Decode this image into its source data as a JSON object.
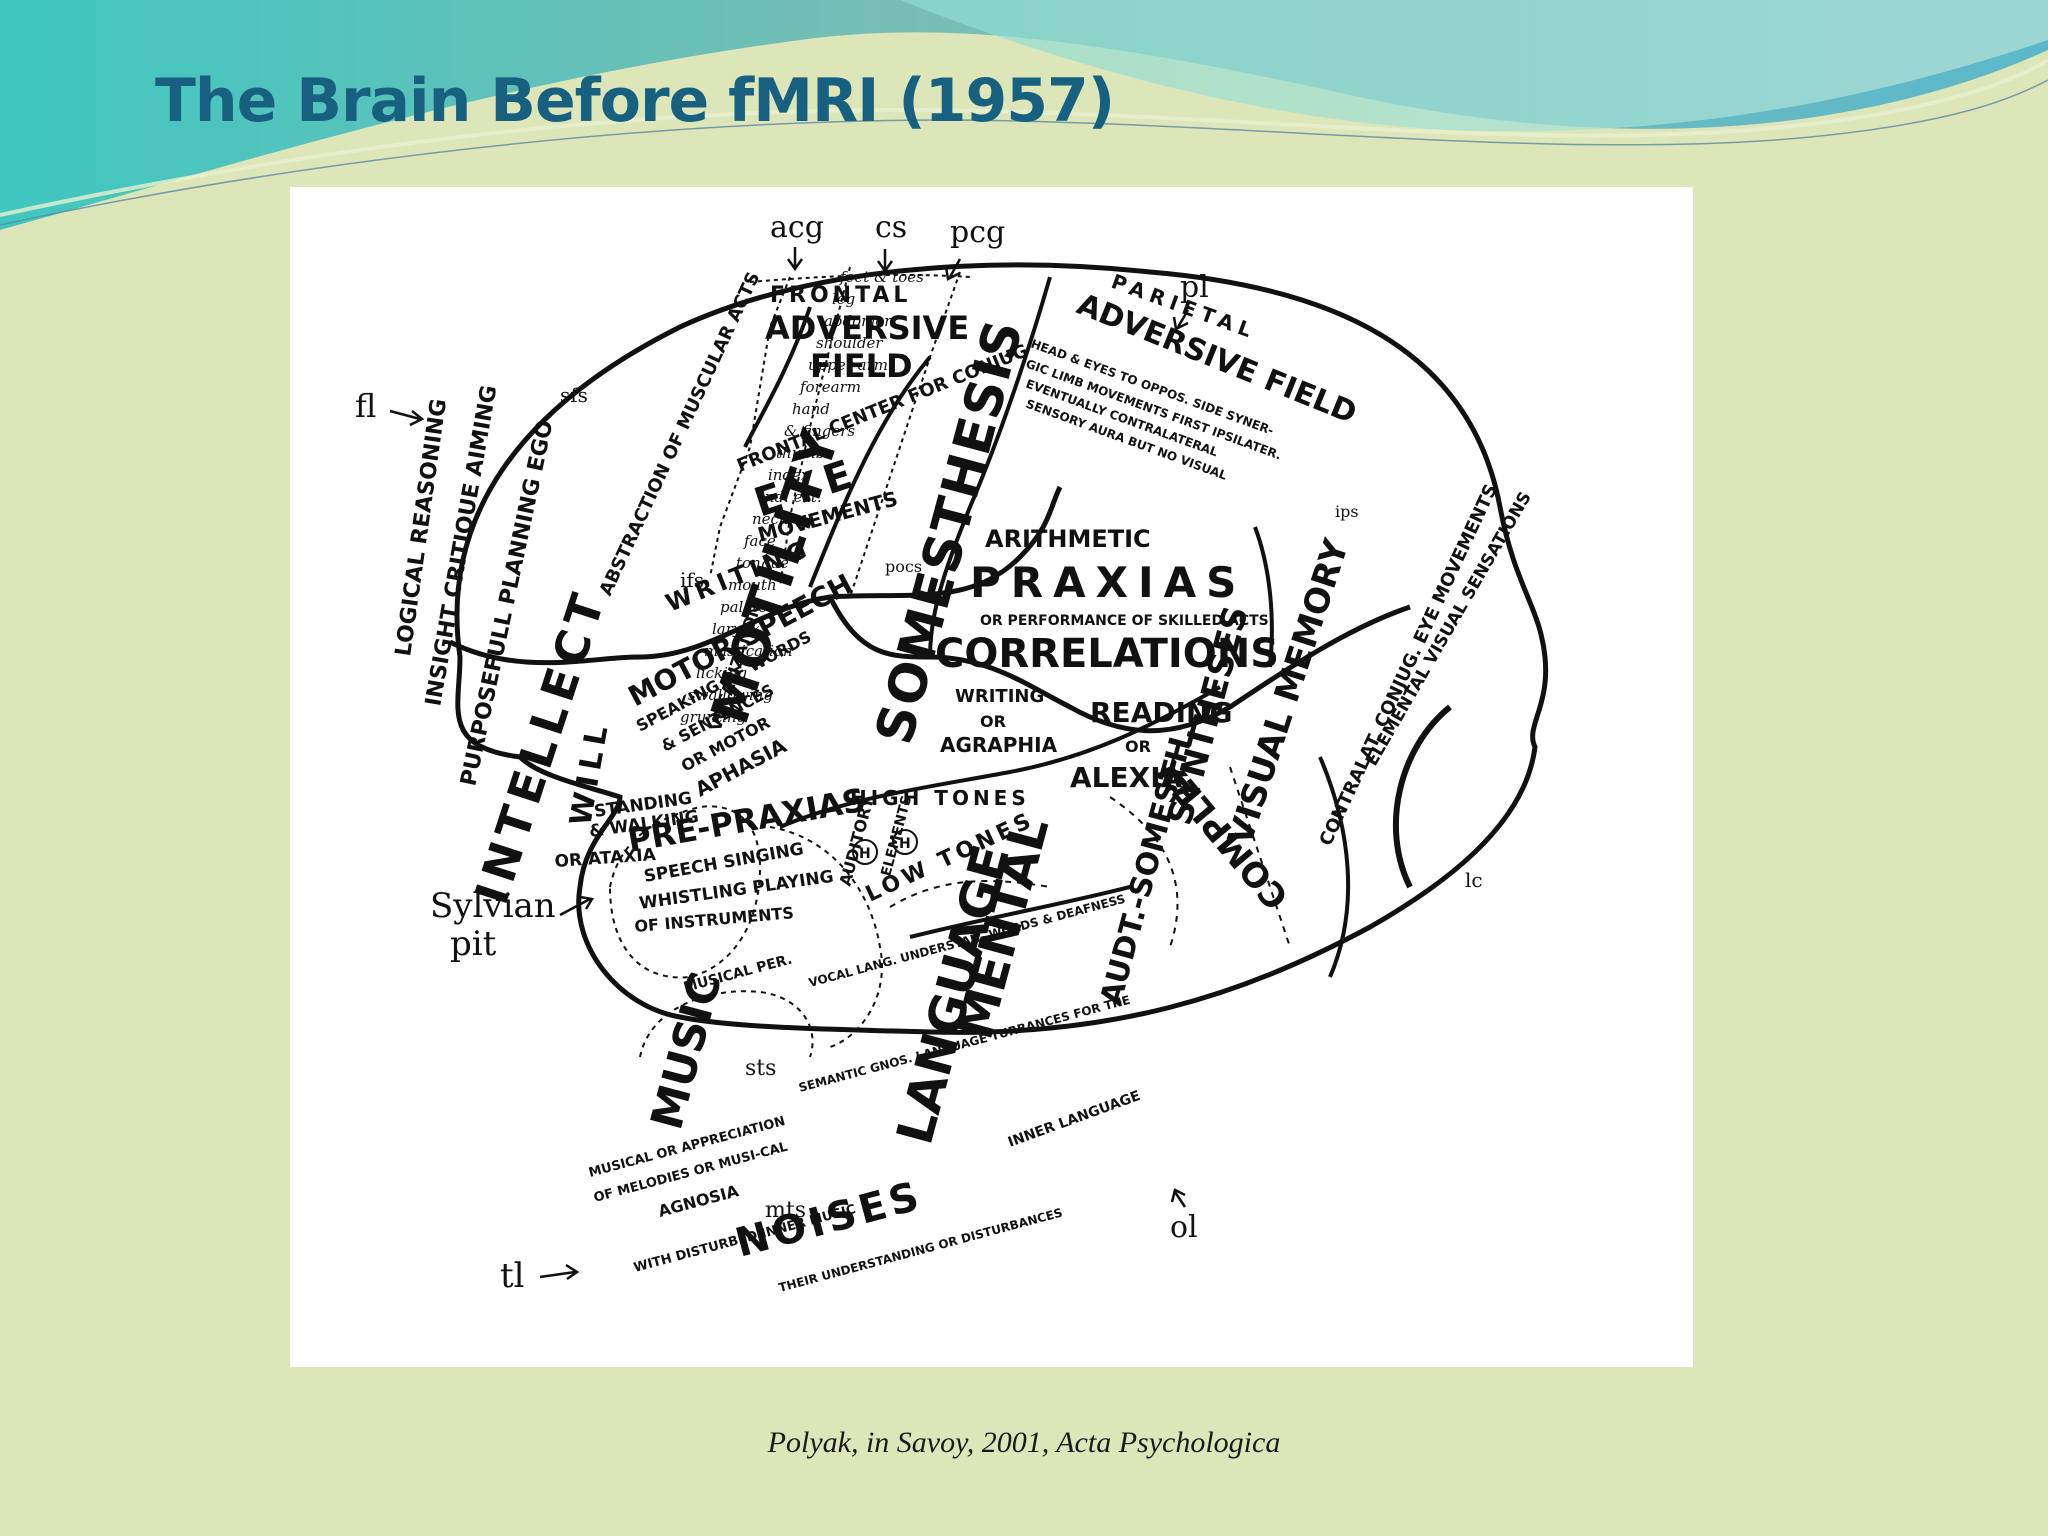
{
  "slide": {
    "title": "The Brain Before fMRI (1957)",
    "caption": "Polyak, in Savoy, 2001, Acta Psychologica"
  },
  "figure": {
    "pointers": {
      "acg": "acg",
      "cs": "cs",
      "pcg": "pcg",
      "pl": "pl",
      "fl": "fl",
      "sylvian_1": "Sylvian",
      "sylvian_2": "pit",
      "tl": "tl",
      "ol": "ol",
      "sfs": "sfs",
      "ifs": "ifs",
      "pocs": "pocs",
      "ips": "ips",
      "sts": "sts",
      "mts": "mts",
      "h1": "H",
      "h2": "H",
      "lc": "lc"
    },
    "labels": {
      "intellect": "INTELLECT",
      "logical": "LOGICAL REASONING",
      "insight": "INSIGHT CRITIQUE AIMING",
      "purposefull": "PURPOSEFULL PLANNING EGO",
      "will": "WILL",
      "abstraction": "ABSTRACTION OF MUSCULAR ACTS",
      "frontal": "FRONTAL",
      "adversive": "ADVERSIVE",
      "field": "FIELD",
      "frontal_center": "FRONTAL CENTER FOR CONJUG",
      "eye": "EYE",
      "movements": "MOVEMENTS",
      "writing": "WRITING",
      "motor_speech": "MOTOR SPEECH",
      "speaking": "SPEAKING OF WORDS",
      "sentences": "& SENTENCES",
      "or_motor": "OR MOTOR",
      "aphasia": "APHASIA",
      "standing": "STANDING",
      "walking": "& WALKING",
      "or_ataxia": "OR ATAXIA",
      "motility": "MOTILITY",
      "vocalization": "VOCALIZATION",
      "somesthesis": "SOMESTHESIS",
      "parietal": "PARIETAL",
      "adversive_field": "ADVERSIVE FIELD",
      "head_eyes": "HEAD & EYES TO OPPOS. SIDE SYNER-",
      "gic_limb": "GIC LIMB MOVEMENTS FIRST IPSILATER.",
      "eventually": "EVENTUALLY CONTRALATERAL",
      "sensory_aura": "SENSORY AURA BUT NO VISUAL",
      "arithmetic": "ARITHMETIC",
      "praxias": "PRAXIAS",
      "or_performance": "OR PERFORMANCE OF SKILLED ACTS",
      "correlations": "CORRELATIONS",
      "writing2": "WRITING",
      "or1": "OR",
      "agraphia": "AGRAPHIA",
      "reading": "READING",
      "or2": "OR",
      "alexia": "ALEXIA",
      "synthesis": "SYNTHESES",
      "visual_memory": "VISUAL MEMORY",
      "complex": "COMPLEX",
      "contralat": "CONTRALAT. CONJUG. EYE MOVEMENTS",
      "elemental": "ELEMENTAL VISUAL SENSATIONS",
      "high_tones": "HIGH TONES",
      "low_tones": "LOW TONES",
      "auditory": "AUDITORY",
      "elements": "ELEMENTS",
      "pre_praxias": "PRE-PRAXIAS",
      "speech_singing": "SPEECH SINGING",
      "whistling": "WHISTLING PLAYING",
      "of_instruments": "OF INSTRUMENTS",
      "mental": "MENTAL",
      "language": "LANGUAGE",
      "audt": "AUDT.-SOMESTH.",
      "musical_per": "MUSICAL PER.",
      "music": "MUSIC",
      "noises": "NOISES",
      "agnosia": "AGNOSIA",
      "musical_appr": "MUSICAL OR APPRECIATION",
      "of_melodies": "OF MELODIES OR MUSI-CAL",
      "with_disturbed": "WITH DISTURBED INNER MUSIC",
      "vocal_lang": "VOCAL LANG. UNDERSTAN- WORDS & DEAFNESS",
      "semantic": "SEMANTIC GNOS. LANGUAGE TURBANCES FOR THE",
      "their_under": "THEIR UNDERSTANDING OR DISTURBANCES",
      "inner_lang": "INNER LANGUAGE"
    },
    "strip": [
      "feet & toes",
      "leg",
      "abdomen",
      "shoulder",
      "upper arm",
      "forearm",
      "hand",
      "& fingers",
      "thumb",
      "index",
      "ind. ext.",
      "neck",
      "face",
      "tongue",
      "mouth",
      "palate",
      "larynx",
      "mastication",
      "licking",
      "swallowing",
      "grunting"
    ]
  }
}
